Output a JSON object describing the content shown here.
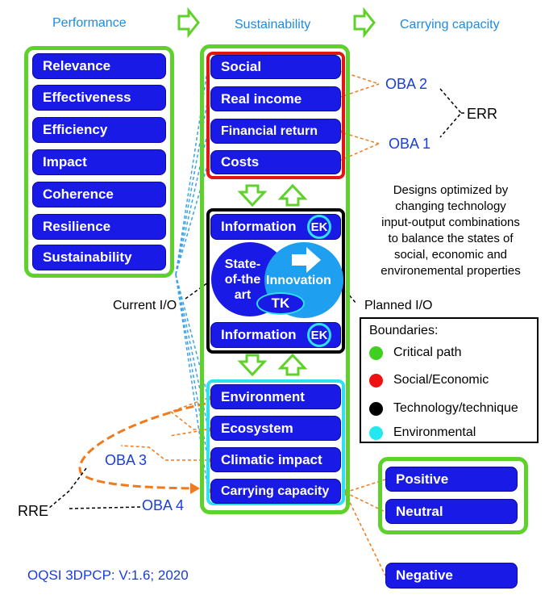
{
  "headers": {
    "performance": "Performance",
    "sustainability": "Sustainability",
    "carrying": "Carrying capacity"
  },
  "performance_items": [
    "Relevance",
    "Effectiveness",
    "Efficiency",
    "Impact",
    "Coherence",
    "Resilience",
    "Sustainability"
  ],
  "social_items": [
    "Social",
    "Real income",
    "Financial return",
    "Costs"
  ],
  "tech": {
    "info_top": "Information",
    "info_bottom": "Information",
    "ek": "EK",
    "state_l1": "State-",
    "state_l2": "of-the",
    "state_l3": "art",
    "innovation": "Innovation",
    "tk": "TK"
  },
  "env_items": [
    "Environment",
    "Ecosystem",
    "Climatic impact",
    "Carrying capacity"
  ],
  "outcomes": [
    "Positive",
    "Neutral",
    "Negative"
  ],
  "labels": {
    "oba1": "OBA 1",
    "oba2": "OBA 2",
    "oba3": "OBA 3",
    "oba4": "OBA 4",
    "err": "ERR",
    "rre": "RRE",
    "current": "Current I/O",
    "planned": "Planned I/O"
  },
  "description": [
    "Designs optimized by",
    "changing technology",
    "input-output combinations",
    "to balance the states of",
    "social, economic and",
    "environemental properties"
  ],
  "legend": {
    "title": "Boundaries:",
    "items": [
      {
        "label": "Critical path",
        "color": "#3fcf1f"
      },
      {
        "label": "Social/Economic",
        "color": "#ee1111"
      },
      {
        "label": "Technology/technique",
        "color": "#000000"
      },
      {
        "label": "Environmental",
        "color": "#22e8f0"
      }
    ]
  },
  "footer": "OQSI 3DPCP: V:1.6; 2020",
  "colors": {
    "green": "#5ed12a",
    "red": "#e31414",
    "cyan": "#2ee0f0",
    "blue": "#1a1ae6",
    "orange": "#f07a1e"
  }
}
